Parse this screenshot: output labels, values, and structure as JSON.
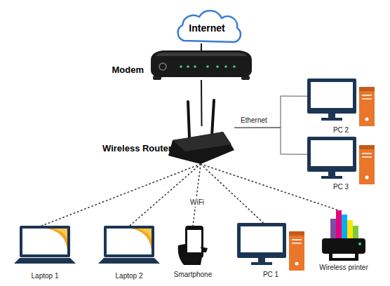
{
  "diagram": {
    "nodes": [
      {
        "text": [
          "Internet"
        ]
      },
      {
        "text": [
          "Modem"
        ]
      },
      {
        "text": [
          "Wireless Router"
        ]
      },
      {
        "text": [
          "PC 2"
        ]
      },
      {
        "text": [
          "PC 3"
        ]
      },
      {
        "text": [
          "Laptop 1"
        ]
      },
      {
        "text": [
          "Laptop 2"
        ]
      },
      {
        "text": [
          "Smartphone"
        ]
      },
      {
        "text": [
          "PC 1"
        ]
      },
      {
        "text": [
          "Wireless printer"
        ]
      }
    ],
    "edges": [
      {
        "from": 0,
        "to": 1,
        "arrow": "none"
      },
      {
        "from": 1,
        "to": 2,
        "arrow": "none"
      },
      {
        "from": 2,
        "to": 3,
        "label": "Ethernet",
        "arrow": "none"
      },
      {
        "from": 2,
        "to": 4,
        "arrow": "none"
      },
      {
        "from": 2,
        "to": 5,
        "arrow": "none"
      },
      {
        "from": 2,
        "to": 6,
        "arrow": "none"
      },
      {
        "from": 2,
        "to": 7,
        "label": "WiFi",
        "arrow": "none"
      },
      {
        "from": 2,
        "to": 8,
        "arrow": "none"
      },
      {
        "from": 2,
        "to": 9,
        "arrow": "none"
      }
    ]
  }
}
